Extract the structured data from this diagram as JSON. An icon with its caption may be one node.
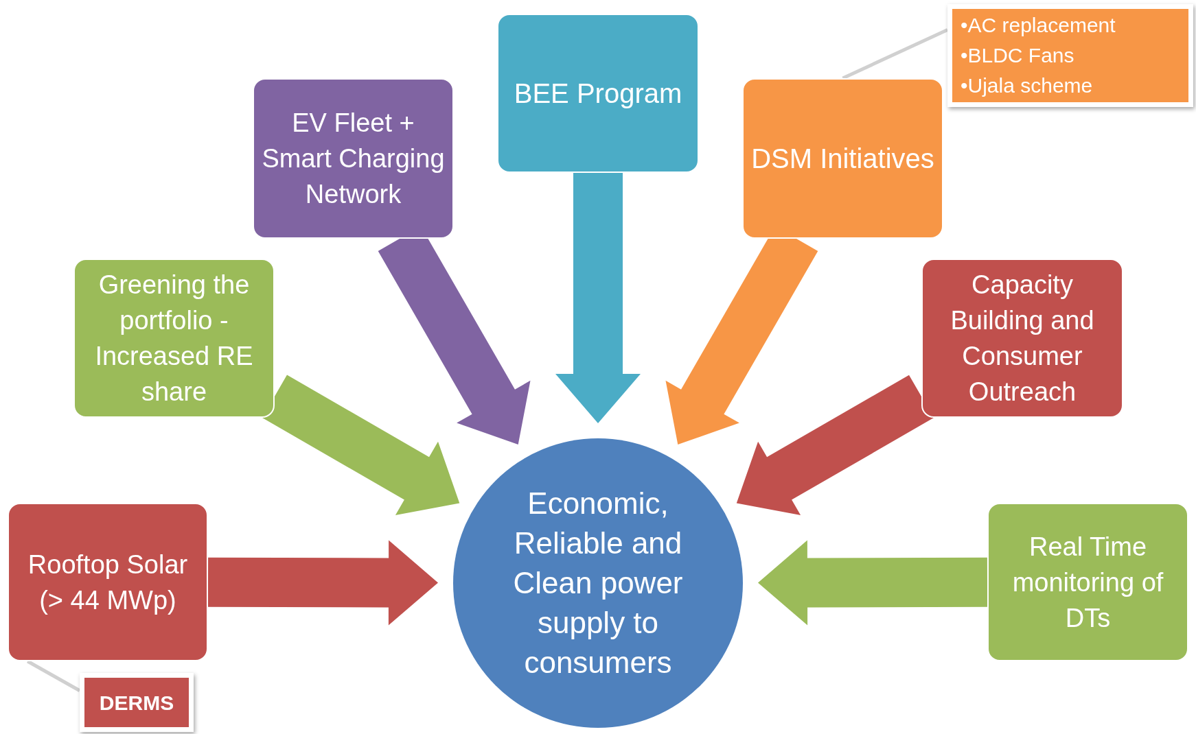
{
  "diagram": {
    "nodes": [
      {
        "text": [
          "Economic, Reliable and Clean power supply to consumers"
        ]
      },
      {
        "text": [
          "Rooftop Solar (> 44 MWp)"
        ]
      },
      {
        "text": [
          "DERMS"
        ]
      },
      {
        "text": [
          "Greening the portfolio - Increased RE share"
        ]
      },
      {
        "text": [
          "EV Fleet + Smart Charging Network"
        ]
      },
      {
        "text": [
          "BEE Program"
        ]
      },
      {
        "text": [
          "DSM Initiatives"
        ]
      },
      {
        "text": [
          "•AC replacement",
          "•BLDC Fans",
          "•Ujala scheme"
        ]
      },
      {
        "text": [
          "Capacity Building and Consumer Outreach"
        ]
      },
      {
        "text": [
          "Real Time monitoring of DTs"
        ]
      }
    ],
    "edges": [
      {
        "from": 1,
        "to": 0,
        "arrow": "to",
        "style": "thick",
        "color": "#c0504d"
      },
      {
        "from": 3,
        "to": 0,
        "arrow": "to",
        "style": "thick",
        "color": "#9bbb59"
      },
      {
        "from": 4,
        "to": 0,
        "arrow": "to",
        "style": "thick",
        "color": "#8064a2"
      },
      {
        "from": 5,
        "to": 0,
        "arrow": "to",
        "style": "thick",
        "color": "#4bacc6"
      },
      {
        "from": 6,
        "to": 0,
        "arrow": "to",
        "style": "thick",
        "color": "#f79646"
      },
      {
        "from": 8,
        "to": 0,
        "arrow": "to",
        "style": "thick",
        "color": "#c0504d"
      },
      {
        "from": 9,
        "to": 0,
        "arrow": "to",
        "style": "thick",
        "color": "#9bbb59"
      },
      {
        "from": 2,
        "to": 1,
        "arrow": "none",
        "color": "#d0d0d0"
      },
      {
        "from": 7,
        "to": 6,
        "arrow": "none",
        "color": "#d0d0d0"
      }
    ]
  }
}
